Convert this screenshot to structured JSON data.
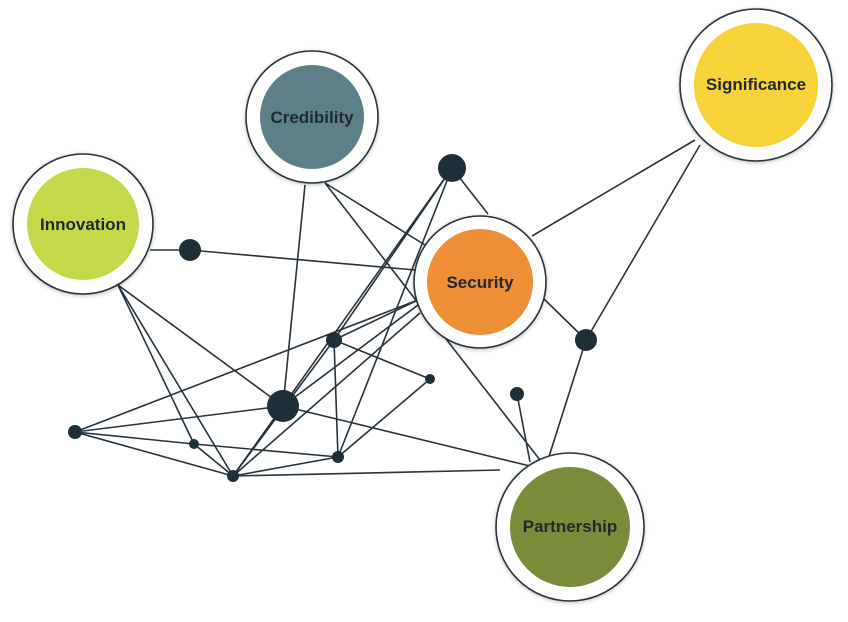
{
  "diagram": {
    "edge_color": "#27343d",
    "dot_color": "#1f2f38",
    "hubs": [
      {
        "id": "innovation",
        "label": "Innovation",
        "color": "#c5d84a"
      },
      {
        "id": "credibility",
        "label": "Credibility",
        "color": "#5d7f88"
      },
      {
        "id": "significance",
        "label": "Significance",
        "color": "#f7d33a"
      },
      {
        "id": "security",
        "label": "Security",
        "color": "#ee8e36"
      },
      {
        "id": "partnership",
        "label": "Partnership",
        "color": "#7a8b39"
      }
    ]
  }
}
